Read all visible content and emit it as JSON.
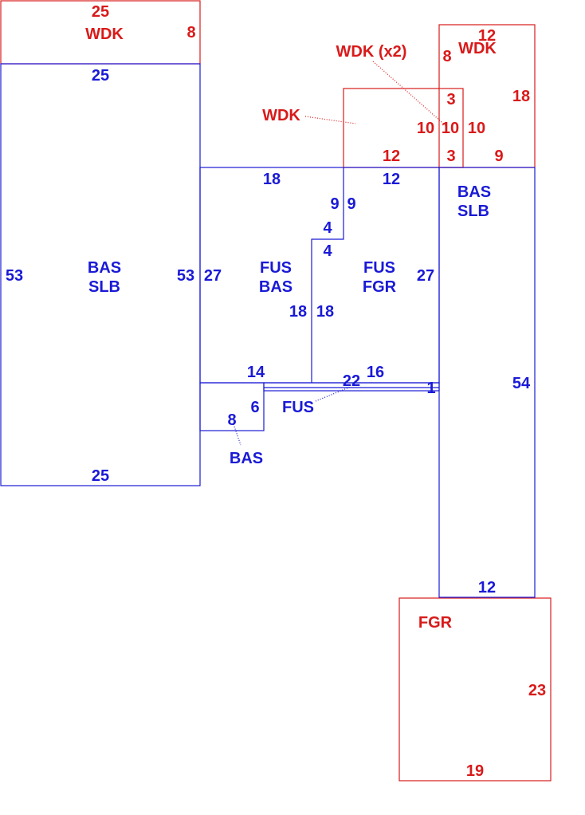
{
  "colors": {
    "living": "#1a1ad6",
    "exterior": "#d91a1a"
  },
  "labels": {
    "wdk_top_left": {
      "dim_top": "25",
      "name": "WDK",
      "dim_right": "8"
    },
    "bas_slb_left": {
      "dim_top": "25",
      "dim_left": "53",
      "name_line1": "BAS",
      "name_line2": "SLB",
      "dim_right": "53",
      "dim_bottom": "25"
    },
    "wdk_mid": {
      "callout": "WDK",
      "dim_bottom": "12",
      "dim_left": "10",
      "dim_right": "10"
    },
    "wdk_right": {
      "dim_top": "12",
      "name": "WDK",
      "dim_left": "8",
      "dim_right": "18",
      "dim_bottom": "9"
    },
    "wdk_small": {
      "callout": "WDK (x2)",
      "dim_top": "3",
      "dim_side": "10",
      "dim_bottom": "3"
    },
    "fus_bas": {
      "dim_top": "18",
      "dim_left": "27",
      "name_line1": "FUS",
      "name_line2": "BAS",
      "dim_right": "18",
      "dim_notch_top": "4",
      "dim_notch_side": "9",
      "dim_bottom": "14"
    },
    "fus_fgr": {
      "dim_top": "12",
      "dim_notch_side": "9",
      "dim_notch_top": "4",
      "name_line1": "FUS",
      "name_line2": "FGR",
      "dim_left": "18",
      "dim_right": "27",
      "dim_bottom": "16"
    },
    "fus_strip": {
      "name": "FUS",
      "dim_long": "22",
      "dim_short": "1"
    },
    "bas_small": {
      "name": "BAS",
      "dim_right": "6",
      "dim_bottom": "8"
    },
    "bas_slb_right": {
      "name_line1": "BAS",
      "name_line2": "SLB",
      "dim_right": "54",
      "dim_bottom": "12"
    },
    "fgr": {
      "name": "FGR",
      "dim_right": "23",
      "dim_bottom": "19"
    }
  }
}
